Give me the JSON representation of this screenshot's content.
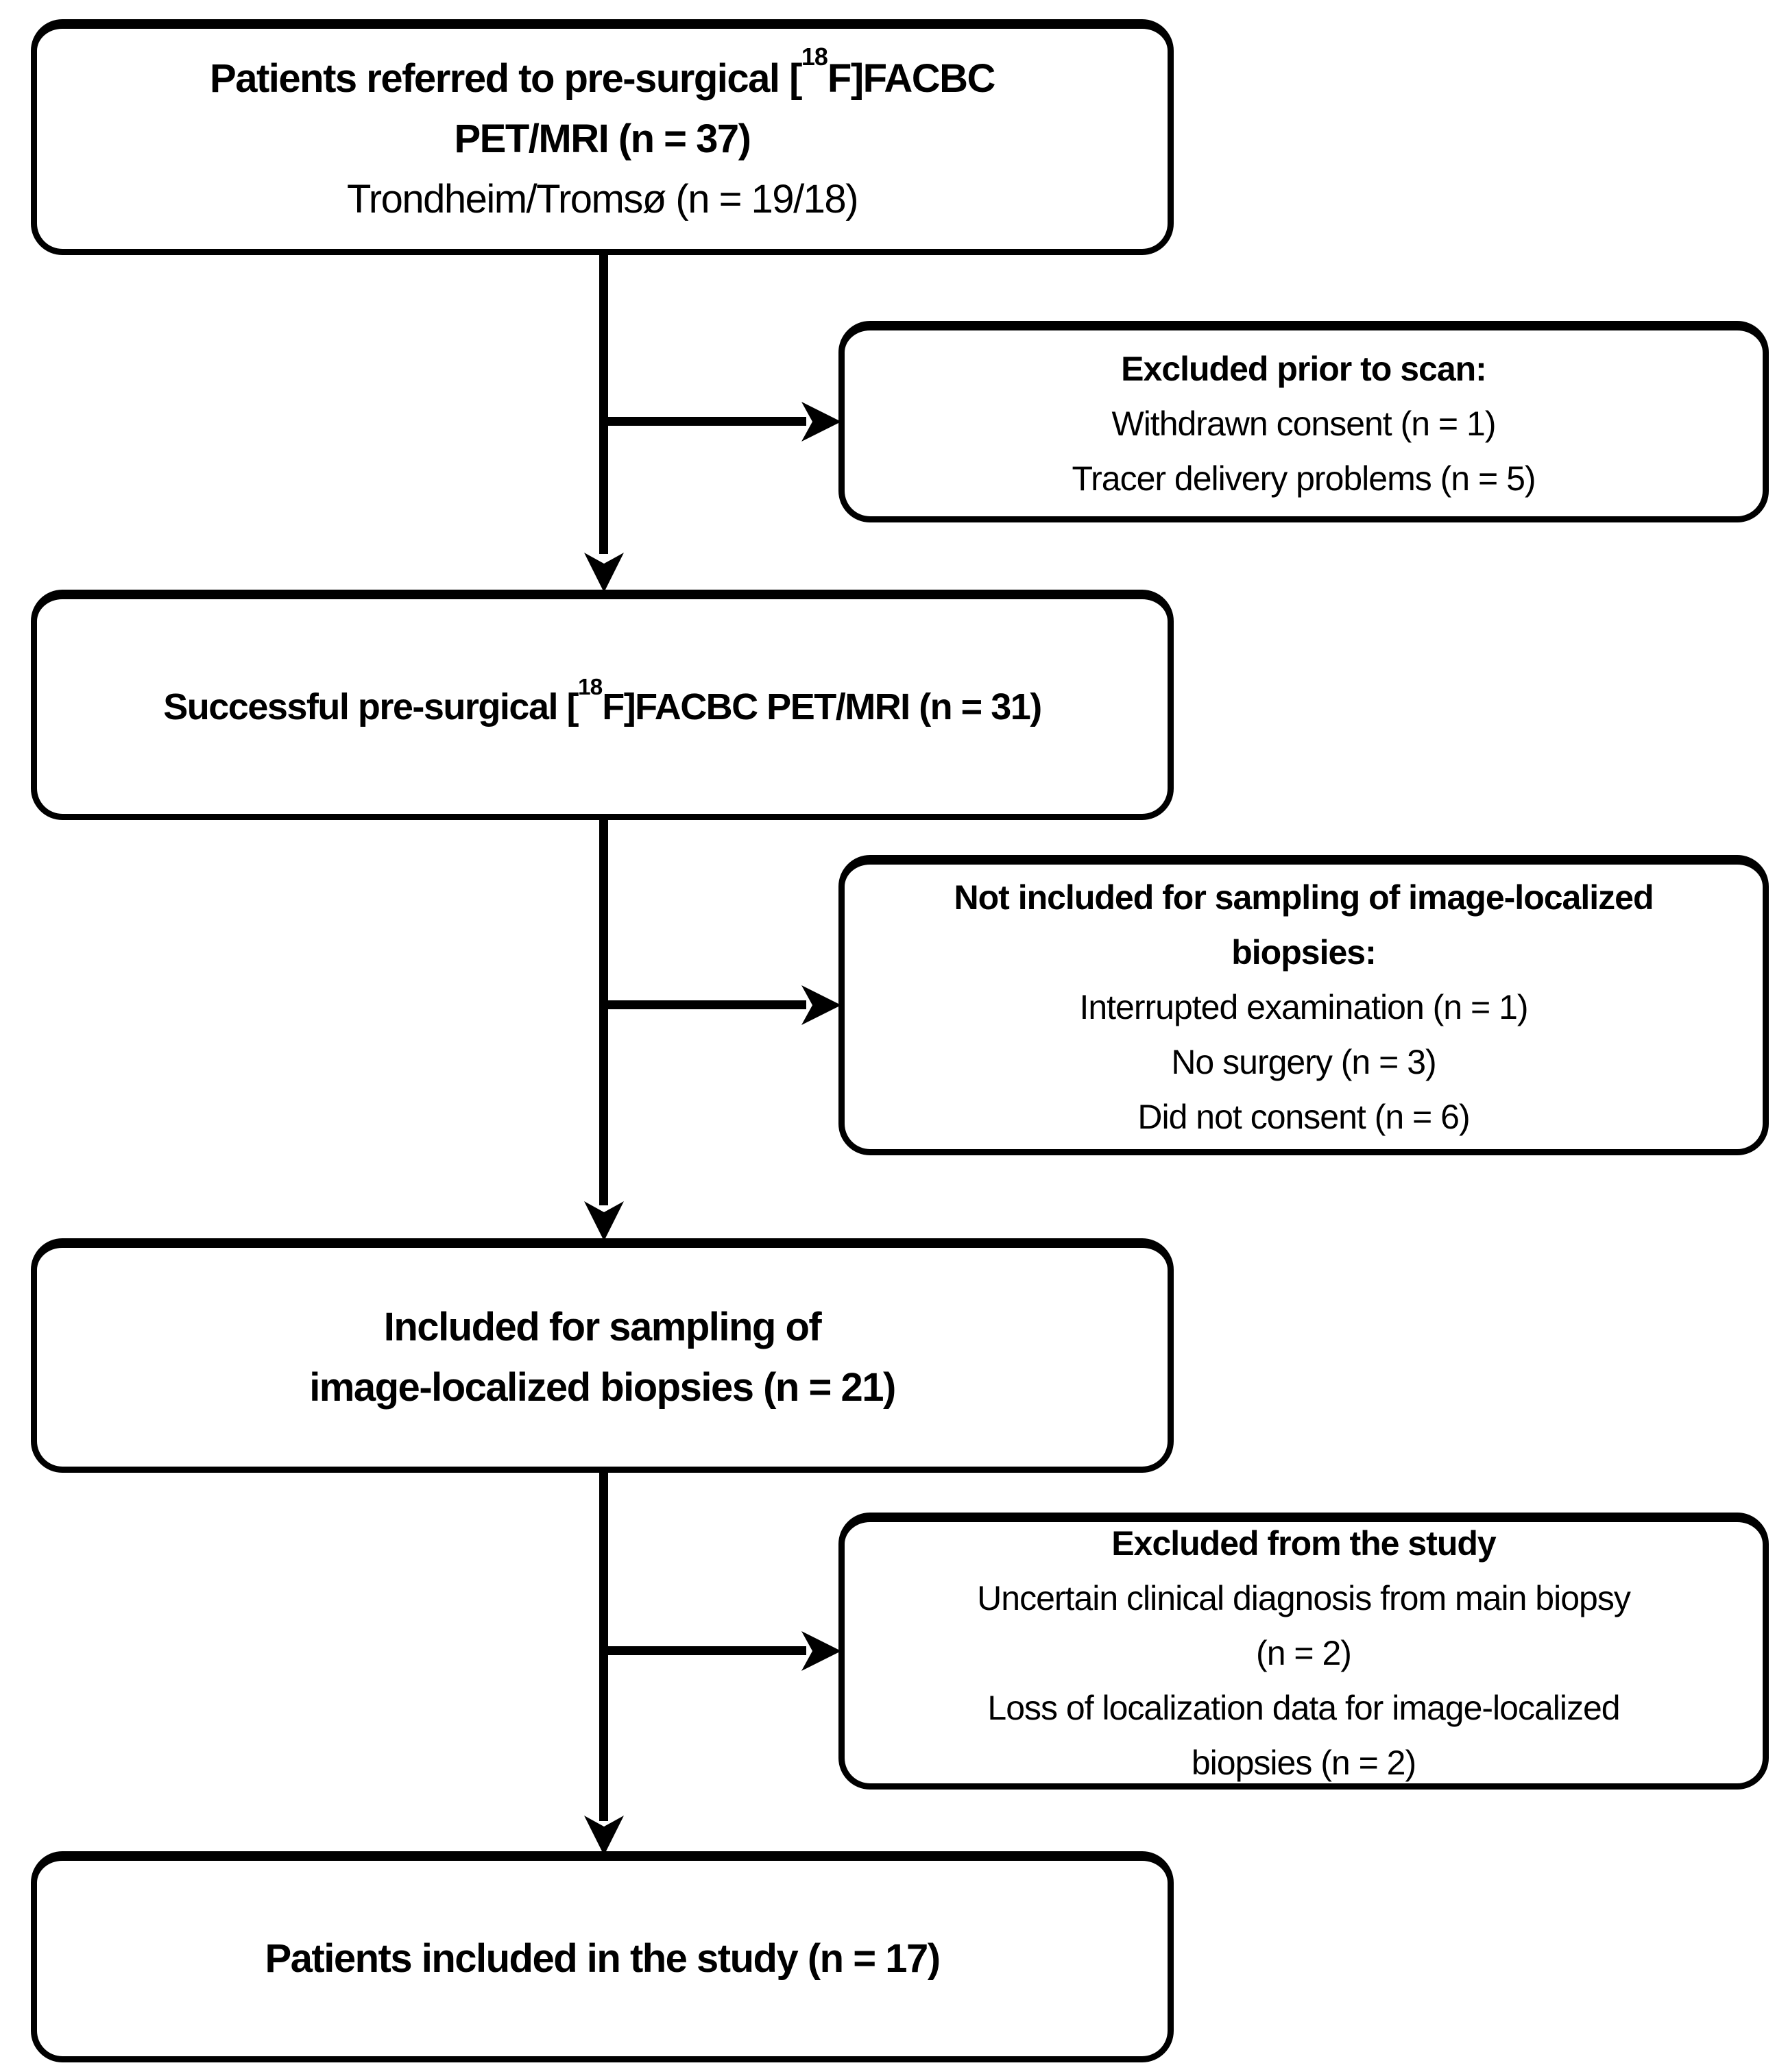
{
  "colors": {
    "background": "#ffffff",
    "line": "#000000",
    "text": "#000000"
  },
  "boxes": {
    "referred": {
      "line1_prefix": "Patients referred to pre-surgical [",
      "line1_isotope": "18",
      "line1_suffix": "F]FACBC",
      "line2": "PET/MRI (n = 37)",
      "line3": "Trondheim/Tromsø (n = 19/18)"
    },
    "excluded_prior_to_scan": {
      "title": "Excluded prior to scan:",
      "items": [
        "Withdrawn consent (n = 1)",
        "Tracer delivery problems (n = 5)"
      ]
    },
    "successful_petmri": {
      "prefix": "Successful pre-surgical [",
      "isotope": "18",
      "suffix": "F]FACBC PET/MRI (n = 31)"
    },
    "not_included_sampling": {
      "title_line1": "Not included for sampling of image-localized",
      "title_line2": "biopsies:",
      "items": [
        "Interrupted examination (n = 1)",
        "No surgery  (n = 3)",
        "Did not consent (n = 6)"
      ]
    },
    "included_sampling": {
      "line1": "Included for sampling of",
      "line2": "image-localized biopsies (n = 21)"
    },
    "excluded_from_study": {
      "title": "Excluded from the study",
      "item1_line1": "Uncertain clinical diagnosis from main biopsy",
      "item1_line2": "(n = 2)",
      "item2_line1": "Loss of localization data for image-localized",
      "item2_line2": "biopsies (n = 2)"
    },
    "included_study": {
      "line1": "Patients included in the study (n = 17)"
    }
  }
}
